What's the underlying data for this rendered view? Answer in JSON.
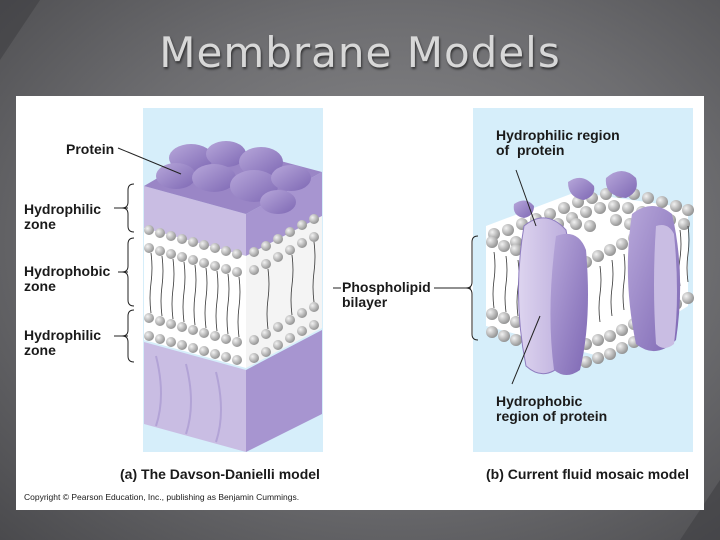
{
  "slide": {
    "title": "Membrane Models"
  },
  "left": {
    "protein_label": "Protein",
    "hydrophilic_top": "Hydrophilic\nzone",
    "hydrophobic": "Hydrophobic\nzone",
    "hydrophilic_bottom": "Hydrophilic\nzone",
    "caption_tag": "(a)",
    "caption": "The Davson-Danielli model"
  },
  "center": {
    "bilayer_label": "Phospholipid\nbilayer"
  },
  "right": {
    "hydrophilic_region": "Hydrophilic region\nof  protein",
    "hydrophobic_region": "Hydrophobic\nregion of protein",
    "caption_tag": "(b)",
    "caption": "Current fluid mosaic model"
  },
  "copyright": "Copyright © Pearson Education, Inc., publishing as Benjamin Cummings.",
  "colors": {
    "panel_bg": "#d6eefa",
    "protein_purple": "#9a86c6",
    "protein_light": "#c9bde3",
    "head_gray": "#c8c8c8"
  }
}
